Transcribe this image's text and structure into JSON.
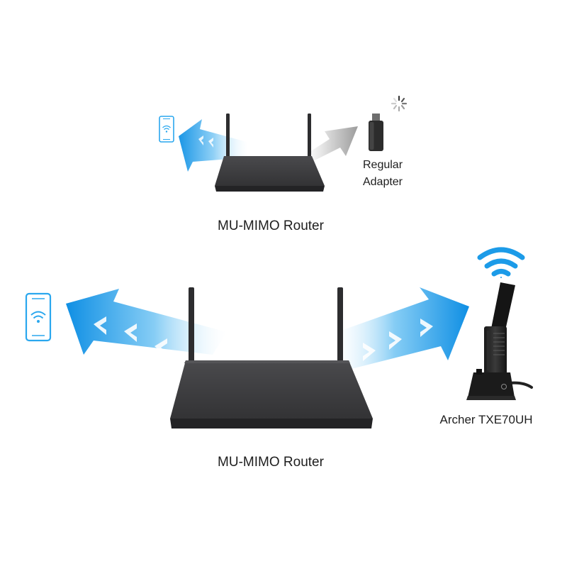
{
  "scenes": [
    {
      "router_label": "MU-MIMO Router",
      "adapter_label_line1": "Regular",
      "adapter_label_line2": "Adapter"
    },
    {
      "router_label": "MU-MIMO Router",
      "adapter_label": "Archer TXE70UH"
    }
  ],
  "colors": {
    "beam_blue": "#1fa0ec",
    "beam_gray": "#b8b8b8",
    "router_body": "#3a3a3c",
    "phone_outline": "#2aa7ee",
    "wifi_blue": "#1c9be8"
  },
  "icons": [
    "phone-wifi-icon",
    "usb-adapter-icon",
    "loading-spinner-icon",
    "wifi-signal-icon",
    "router-icon",
    "adapter-stand-icon"
  ]
}
